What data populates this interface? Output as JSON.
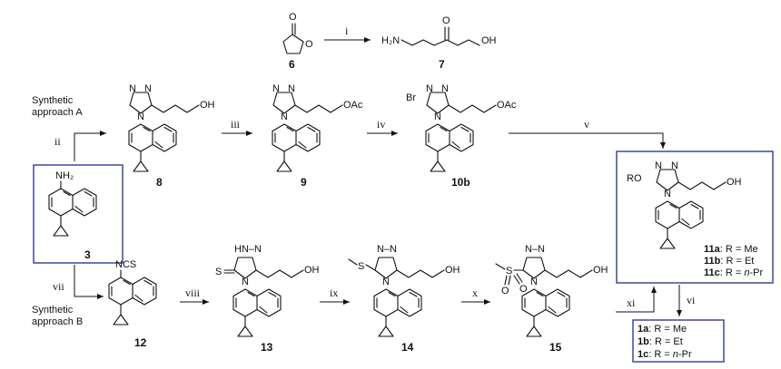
{
  "approaches": {
    "a_line1": "Synthetic",
    "a_line2": "approach A",
    "b_line1": "Synthetic",
    "b_line2": "approach B"
  },
  "steps": {
    "i": "i",
    "ii": "ii",
    "iii": "iii",
    "iv": "iv",
    "v": "v",
    "vi": "vi",
    "vii": "vii",
    "viii": "viii",
    "ix": "ix",
    "x": "x",
    "xi": "xi"
  },
  "compounds": {
    "c6": "6",
    "c7": "7",
    "c8": "8",
    "c9": "9",
    "c10b": "10b",
    "c3": "3",
    "c12": "12",
    "c13": "13",
    "c14": "14",
    "c15": "15"
  },
  "atoms": {
    "oh": "OH",
    "oac": "OAc",
    "br": "Br",
    "ro": "RO",
    "nh2": "NH₂",
    "ncs": "NCS",
    "h2n": "H₂N",
    "hn": "HN",
    "nhh": "N–N",
    "s": "S",
    "n": "N",
    "o": "O",
    "hnn": "HN–N",
    "nn": "N–N"
  },
  "products_11": [
    {
      "label": "11a",
      "rgroup": ": R = Me"
    },
    {
      "label": "11b",
      "rgroup": ": R = Et"
    },
    {
      "label": "11c",
      "rgroup": ": R = ",
      "rgroup_em": "n",
      "rgroup_tail": "-Pr"
    }
  ],
  "products_1": [
    {
      "label": "1a",
      "rgroup": ": R = Me"
    },
    {
      "label": "1b",
      "rgroup": ": R = Et"
    },
    {
      "label": "1c",
      "rgroup": ": R = ",
      "rgroup_em": "n",
      "rgroup_tail": "-Pr"
    }
  ],
  "colors": {
    "box": "#2f3a9a",
    "ink": "#111111"
  }
}
